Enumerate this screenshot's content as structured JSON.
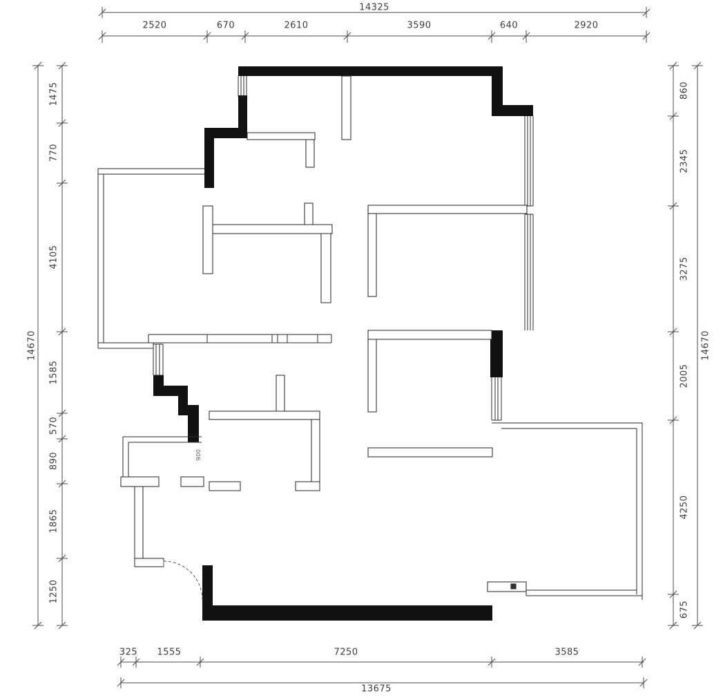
{
  "drawing": {
    "type": "architectural floor plan",
    "units": "mm",
    "wall_color": "#111111",
    "line_color": "#4a4a4a",
    "text_color": "#3d3d3d"
  },
  "dimensions": {
    "top": {
      "total": "14325",
      "segments": [
        "2520",
        "670",
        "2610",
        "3590",
        "640",
        "2920"
      ]
    },
    "left": {
      "total": "14670",
      "segments": [
        "1475",
        "770",
        "4105",
        "1585",
        "570",
        "890",
        "1865",
        "1250"
      ]
    },
    "right": {
      "total": "14670",
      "segments": [
        "860",
        "2345",
        "3275",
        "2005",
        "4250",
        "675"
      ]
    },
    "bottom": {
      "total": "13675",
      "segments": [
        "325",
        "1555",
        "7250",
        "3585"
      ]
    },
    "door_width": "900"
  }
}
